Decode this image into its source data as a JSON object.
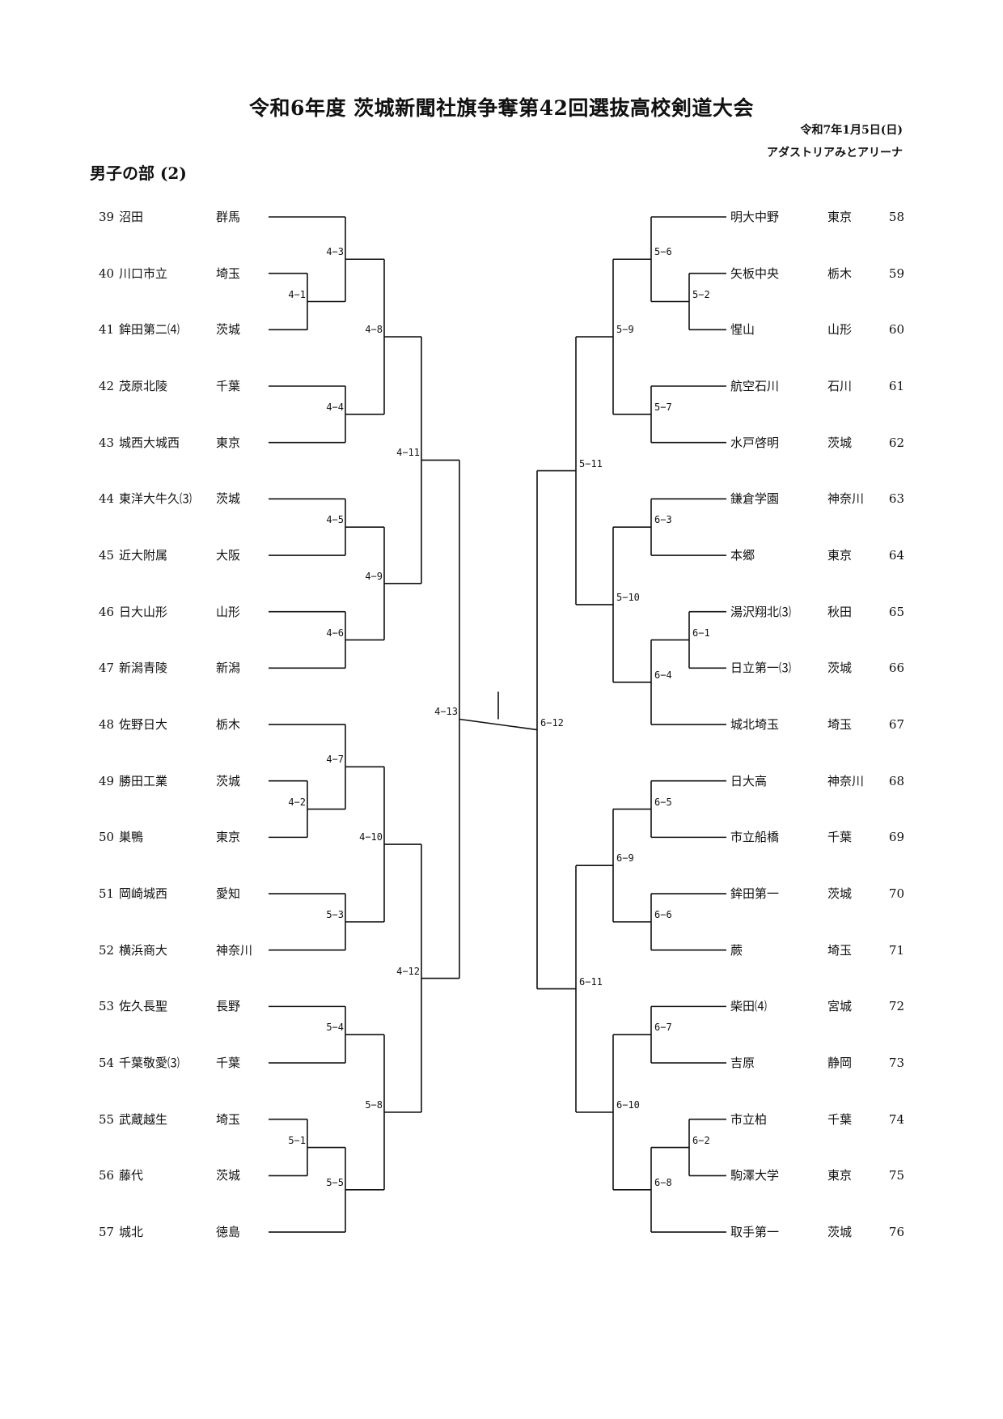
{
  "header": {
    "title": "令和6年度 茨城新聞社旗争奪第42回選抜高校剣道大会",
    "date": "令和7年1月5日(日)",
    "venue": "アダストリアみとアリーナ",
    "division": "男子の部 (2)"
  },
  "left_teams": [
    {
      "no": "39",
      "school": "沼田",
      "pref": "群馬"
    },
    {
      "no": "40",
      "school": "川口市立",
      "pref": "埼玉"
    },
    {
      "no": "41",
      "school": "鉾田第二⑷",
      "pref": "茨城"
    },
    {
      "no": "42",
      "school": "茂原北陵",
      "pref": "千葉"
    },
    {
      "no": "43",
      "school": "城西大城西",
      "pref": "東京"
    },
    {
      "no": "44",
      "school": "東洋大牛久⑶",
      "pref": "茨城"
    },
    {
      "no": "45",
      "school": "近大附属",
      "pref": "大阪"
    },
    {
      "no": "46",
      "school": "日大山形",
      "pref": "山形"
    },
    {
      "no": "47",
      "school": "新潟青陵",
      "pref": "新潟"
    },
    {
      "no": "48",
      "school": "佐野日大",
      "pref": "栃木"
    },
    {
      "no": "49",
      "school": "勝田工業",
      "pref": "茨城"
    },
    {
      "no": "50",
      "school": "巣鴨",
      "pref": "東京"
    },
    {
      "no": "51",
      "school": "岡崎城西",
      "pref": "愛知"
    },
    {
      "no": "52",
      "school": "横浜商大",
      "pref": "神奈川"
    },
    {
      "no": "53",
      "school": "佐久長聖",
      "pref": "長野"
    },
    {
      "no": "54",
      "school": "千葉敬愛⑶",
      "pref": "千葉"
    },
    {
      "no": "55",
      "school": "武蔵越生",
      "pref": "埼玉"
    },
    {
      "no": "56",
      "school": "藤代",
      "pref": "茨城"
    },
    {
      "no": "57",
      "school": "城北",
      "pref": "徳島"
    }
  ],
  "right_teams": [
    {
      "no": "58",
      "school": "明大中野",
      "pref": "東京"
    },
    {
      "no": "59",
      "school": "矢板中央",
      "pref": "栃木"
    },
    {
      "no": "60",
      "school": "惺山",
      "pref": "山形"
    },
    {
      "no": "61",
      "school": "航空石川",
      "pref": "石川"
    },
    {
      "no": "62",
      "school": "水戸啓明",
      "pref": "茨城"
    },
    {
      "no": "63",
      "school": "鎌倉学園",
      "pref": "神奈川"
    },
    {
      "no": "64",
      "school": "本郷",
      "pref": "東京"
    },
    {
      "no": "65",
      "school": "湯沢翔北⑶",
      "pref": "秋田"
    },
    {
      "no": "66",
      "school": "日立第一⑶",
      "pref": "茨城"
    },
    {
      "no": "67",
      "school": "城北埼玉",
      "pref": "埼玉"
    },
    {
      "no": "68",
      "school": "日大高",
      "pref": "神奈川"
    },
    {
      "no": "69",
      "school": "市立船橋",
      "pref": "千葉"
    },
    {
      "no": "70",
      "school": "鉾田第一",
      "pref": "茨城"
    },
    {
      "no": "71",
      "school": "蕨",
      "pref": "埼玉"
    },
    {
      "no": "72",
      "school": "柴田⑷",
      "pref": "宮城"
    },
    {
      "no": "73",
      "school": "吉原",
      "pref": "静岡"
    },
    {
      "no": "74",
      "school": "市立柏",
      "pref": "千葉"
    },
    {
      "no": "75",
      "school": "駒澤大学",
      "pref": "東京"
    },
    {
      "no": "76",
      "school": "取手第一",
      "pref": "茨城"
    }
  ],
  "match_labels": {
    "m4_1": "4−1",
    "m4_2": "4−2",
    "m4_3": "4−3",
    "m4_4": "4−4",
    "m4_5": "4−5",
    "m4_6": "4−6",
    "m4_7": "4−7",
    "m4_8": "4−8",
    "m4_9": "4−9",
    "m4_10": "4−10",
    "m4_11": "4−11",
    "m4_12": "4−12",
    "m4_13": "4−13",
    "m5_1": "5−1",
    "m5_2": "5−2",
    "m5_3": "5−3",
    "m5_4": "5−4",
    "m5_5": "5−5",
    "m5_6": "5−6",
    "m5_7": "5−7",
    "m5_8": "5−8",
    "m5_9": "5−9",
    "m5_10": "5−10",
    "m5_11": "5−11",
    "m6_1": "6−1",
    "m6_2": "6−2",
    "m6_3": "6−3",
    "m6_4": "6−4",
    "m6_5": "6−5",
    "m6_6": "6−6",
    "m6_7": "6−7",
    "m6_8": "6−8",
    "m6_9": "6−9",
    "m6_10": "6−10",
    "m6_11": "6−11",
    "m6_12": "6−12"
  }
}
